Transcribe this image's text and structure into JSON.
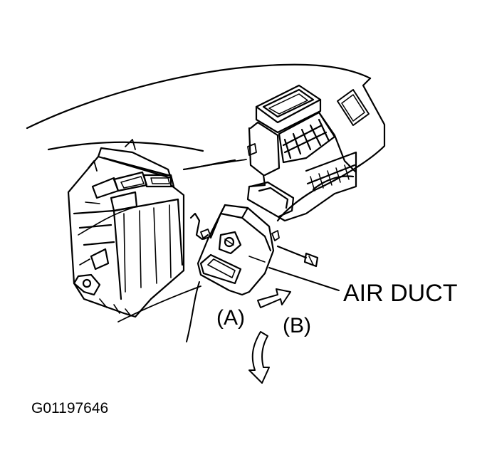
{
  "labels": {
    "air_duct": "AIR DUCT",
    "a": "(A)",
    "b": "(B)",
    "figure_id": "G01197646"
  },
  "colors": {
    "line": "#000000",
    "background": "#ffffff"
  }
}
